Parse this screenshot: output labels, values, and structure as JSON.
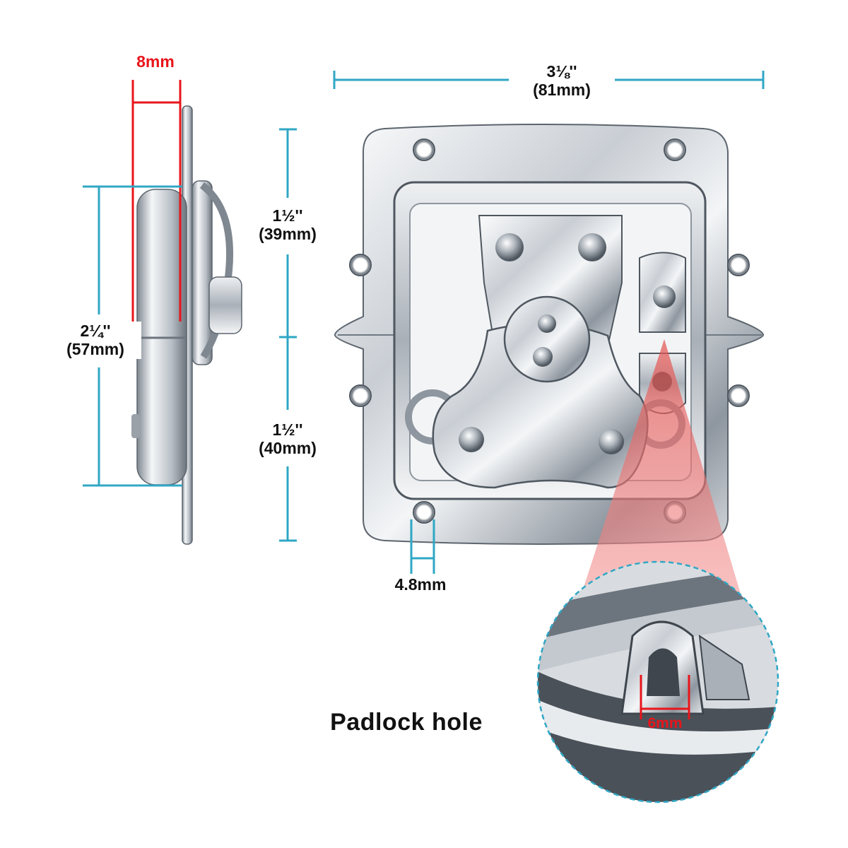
{
  "colors": {
    "dimension_line": "#2fa7c4",
    "red_dimension": "#e8151b",
    "label_text": "#111111",
    "highlight_cone": "#f07b7b",
    "chrome_light": "#f4f6f8",
    "chrome_dark": "#6f7882"
  },
  "icons": [
    "butterfly-latch-front-view",
    "butterfly-latch-side-view",
    "padlock-hole-closeup"
  ],
  "dimensions": {
    "side_thickness": "8mm",
    "overall_width": {
      "imperial": "3⅛''",
      "metric": "(81mm)"
    },
    "upper_height": {
      "imperial": "1½''",
      "metric": "(39mm)"
    },
    "lower_height": {
      "imperial": "1½''",
      "metric": "(40mm)"
    },
    "side_height": {
      "imperial": "2¼''",
      "metric": "(57mm)"
    },
    "mount_hole": "4.8mm",
    "padlock_hole": "6mm"
  },
  "callout": {
    "title": "Padlock hole"
  }
}
